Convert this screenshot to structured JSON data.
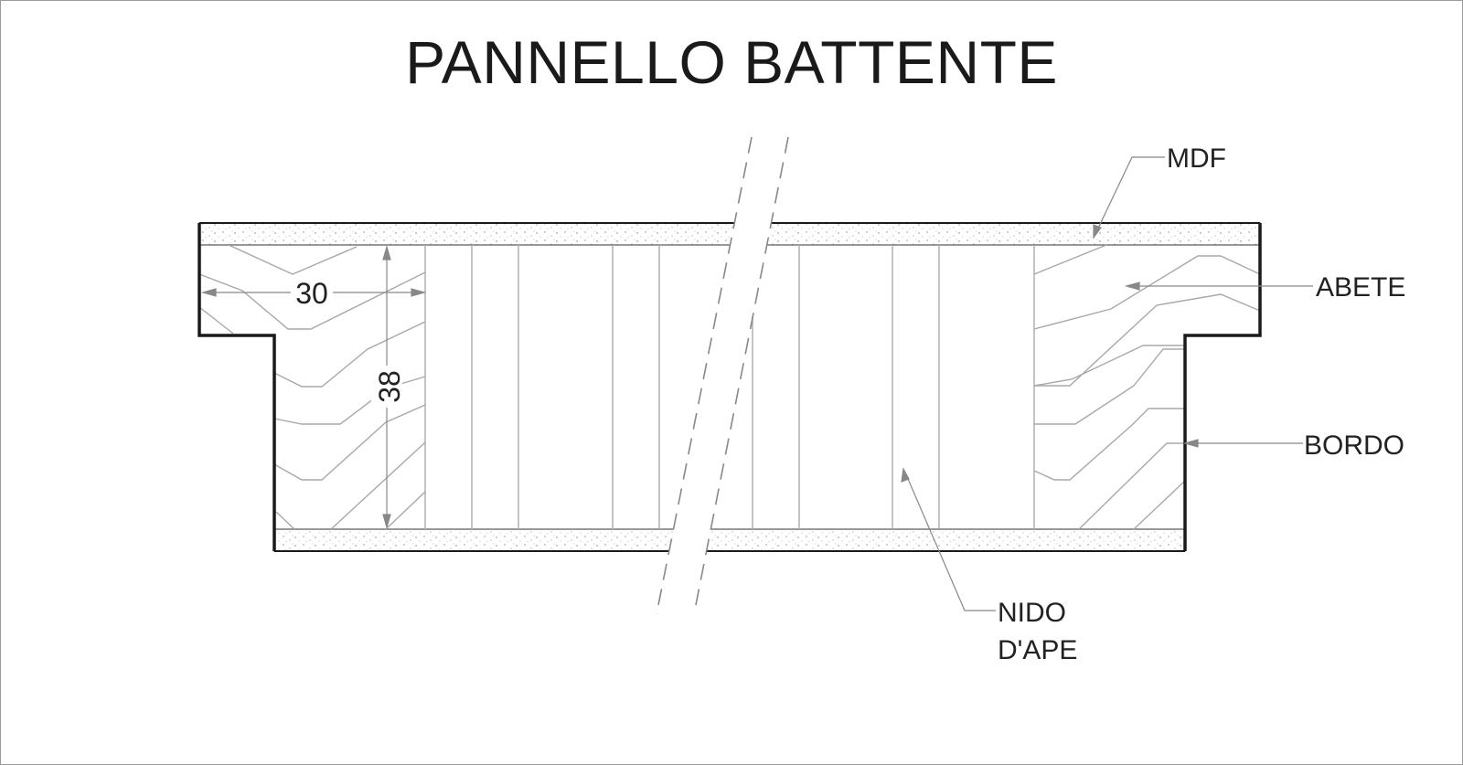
{
  "title": "PANNELLO BATTENTE",
  "labels": {
    "mdf": "MDF",
    "abete": "ABETE",
    "bordo": "BORDO",
    "nido_line1": "NIDO",
    "nido_line2": "D'APE"
  },
  "dimensions": {
    "width": "30",
    "height": "38"
  },
  "colors": {
    "outline": "#1a1a1a",
    "thin": "#9a9a9a",
    "text": "#222222"
  }
}
